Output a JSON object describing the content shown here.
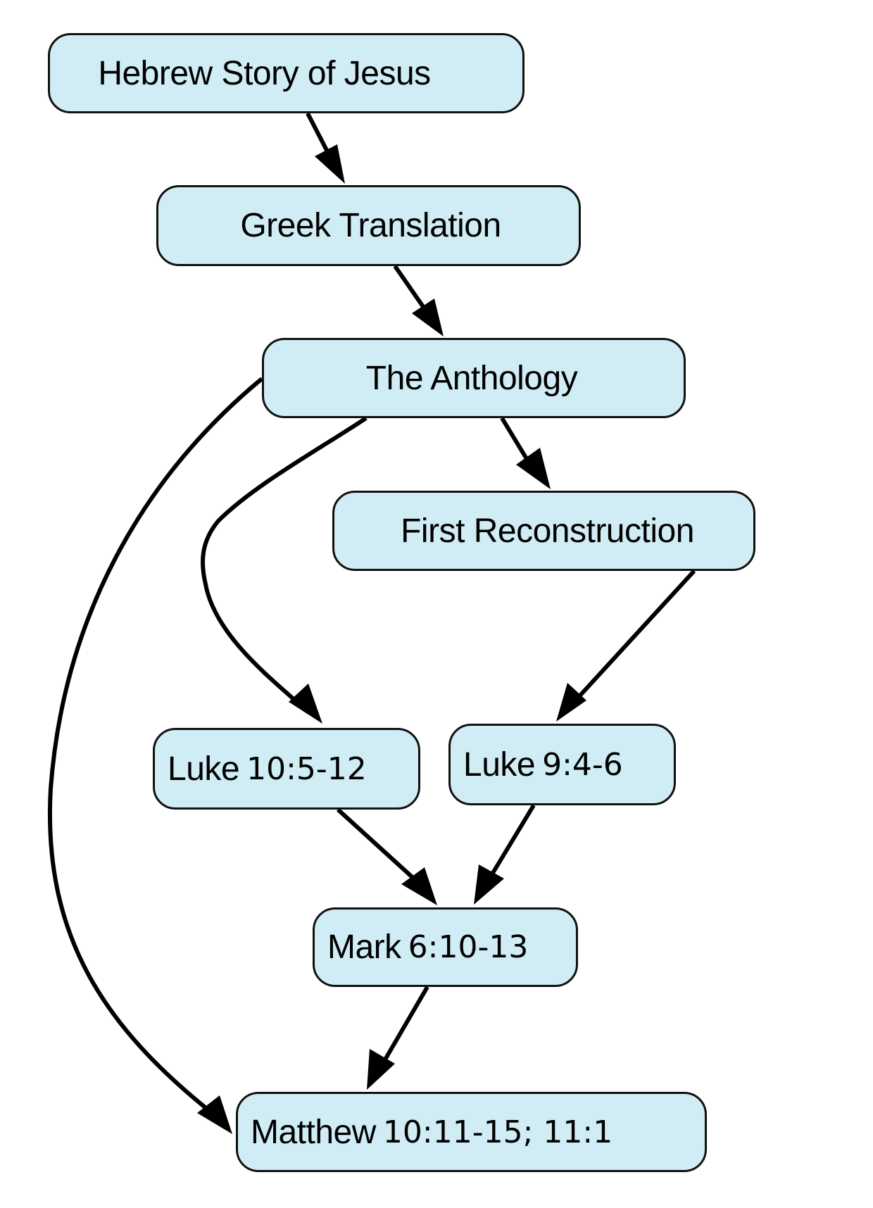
{
  "diagram": {
    "title": "Hebrew Story of Jesus transmission diagram",
    "colors": {
      "node_fill": "#d0ecf4",
      "node_border": "#111111",
      "edge": "#000000"
    },
    "nodes": {
      "hebrew": {
        "label": "Hebrew Story of Jesus"
      },
      "greek": {
        "label": "Greek Translation"
      },
      "anthology": {
        "label": "The Anthology"
      },
      "first": {
        "label": "First Reconstruction"
      },
      "luke10": {
        "book": "Luke",
        "ref": "10:5-12"
      },
      "luke9": {
        "book": "Luke",
        "ref": "9:4-6"
      },
      "mark": {
        "book": "Mark",
        "ref": "6:10-13"
      },
      "matthew": {
        "book": "Matthew",
        "ref": "10:11-15; 11:1"
      }
    },
    "edges": [
      {
        "from": "hebrew",
        "to": "greek"
      },
      {
        "from": "greek",
        "to": "anthology"
      },
      {
        "from": "anthology",
        "to": "first"
      },
      {
        "from": "anthology",
        "to": "luke10"
      },
      {
        "from": "anthology",
        "to": "matthew"
      },
      {
        "from": "first",
        "to": "luke9"
      },
      {
        "from": "luke10",
        "to": "mark"
      },
      {
        "from": "luke9",
        "to": "mark"
      },
      {
        "from": "mark",
        "to": "matthew"
      }
    ]
  }
}
